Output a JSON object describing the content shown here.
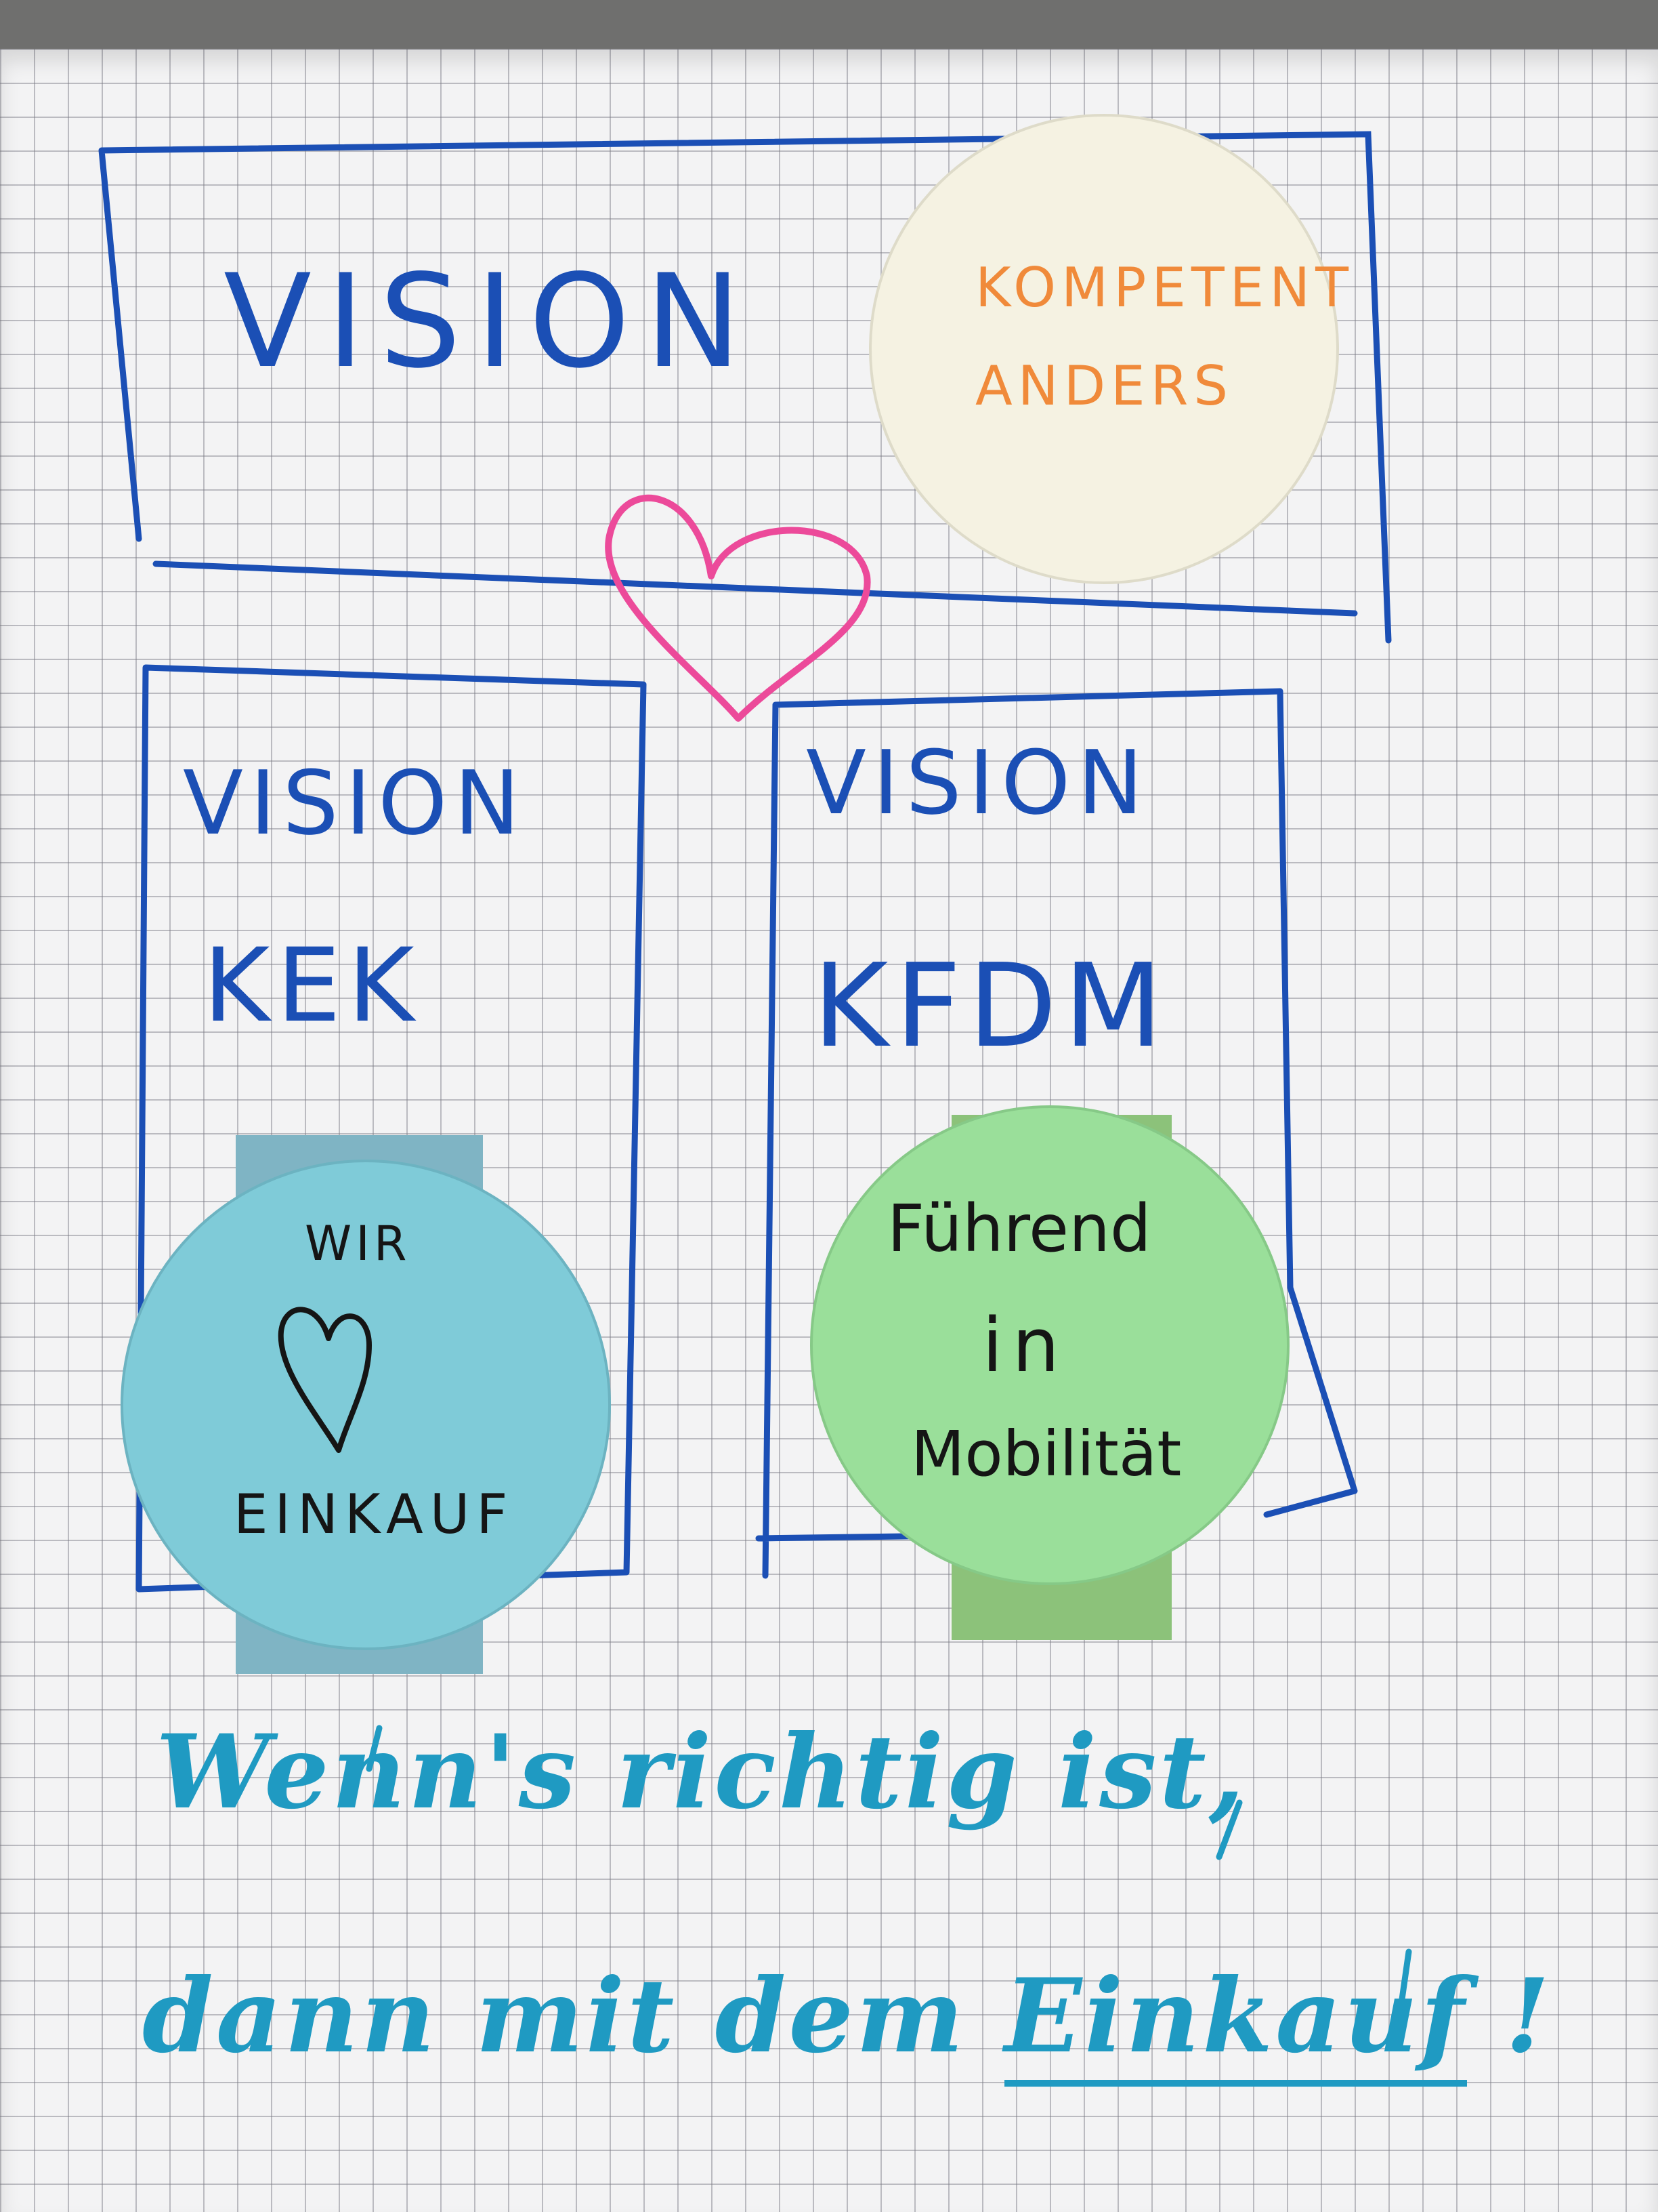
{
  "scene": "flipchart",
  "top_box": {
    "title": "VISION",
    "sticker_line_1": "KOMPETENT",
    "sticker_line_2": "ANDERS"
  },
  "left_box": {
    "title": "VISION",
    "subtitle": "KEK",
    "sticker_line_1": "WIR",
    "sticker_line_2": "EINKAUF"
  },
  "right_box": {
    "title": "VISION",
    "subtitle": "KFDM",
    "sticker_line_1": "Führend",
    "sticker_line_2": "in",
    "sticker_line_3": "Mobilität"
  },
  "footer": {
    "line_1": "Wenn's richtig ist,",
    "line_2_prefix": "dann mit dem",
    "line_2_emphasis": "Einkauf",
    "line_2_suffix": "!"
  },
  "colors": {
    "marker_blue": "#1b4fb5",
    "marker_pink": "#ec4a9a",
    "marker_cyan": "#1f9ac2",
    "orange_text": "#f08a3a",
    "sticker_cream": "#f5f2e2",
    "sticker_blue": "#7fcbd8",
    "sticker_green": "#9adf9a"
  }
}
